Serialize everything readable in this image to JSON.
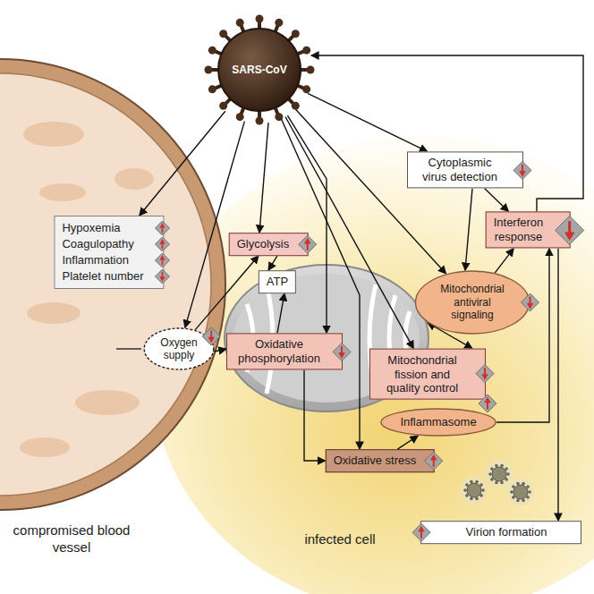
{
  "diagram": {
    "nodes": [
      {
        "text": [
          "SARS-CoV"
        ]
      },
      {
        "text": [
          "Hypoxemia",
          "Coagulopathy",
          "Inflammation",
          "Platelet number"
        ]
      },
      {
        "text": [
          "Glycolysis"
        ]
      },
      {
        "text": [
          "ATP"
        ]
      },
      {
        "text": [
          "Oxygen supply"
        ]
      },
      {
        "text": [
          "Oxidative phosphorylation"
        ]
      },
      {
        "text": [
          "Cytoplasmic virus detection"
        ]
      },
      {
        "text": [
          "Interferon response"
        ]
      },
      {
        "text": [
          "Mitochondrial antiviral signaling"
        ]
      },
      {
        "text": [
          "Mitochondrial fission and quality control"
        ]
      },
      {
        "text": [
          "Inflammasome"
        ]
      },
      {
        "text": [
          "Oxidative stress"
        ]
      },
      {
        "text": [
          "Virion formation"
        ]
      }
    ],
    "edges": [
      {
        "from": 0,
        "to": 1,
        "arrow": "to"
      },
      {
        "from": 0,
        "to": 4,
        "arrow": "to"
      },
      {
        "from": 0,
        "to": 2,
        "arrow": "to"
      },
      {
        "from": 0,
        "to": 5,
        "arrow": "to"
      },
      {
        "from": 0,
        "to": 11,
        "arrow": "to"
      },
      {
        "from": 0,
        "to": 9,
        "arrow": "to"
      },
      {
        "from": 0,
        "to": 8,
        "arrow": "to"
      },
      {
        "from": 0,
        "to": 6,
        "arrow": "to"
      },
      {
        "from": 4,
        "to": 2,
        "arrow": "to"
      },
      {
        "from": 4,
        "to": 5,
        "arrow": "to"
      },
      {
        "from": 2,
        "to": 3,
        "arrow": "to"
      },
      {
        "from": 5,
        "to": 3,
        "arrow": "to"
      },
      {
        "from": 5,
        "to": 11,
        "arrow": "to"
      },
      {
        "from": 11,
        "to": 10,
        "arrow": "to"
      },
      {
        "from": 10,
        "to": 7,
        "arrow": "to"
      },
      {
        "from": 6,
        "to": 7,
        "arrow": "to"
      },
      {
        "from": 6,
        "to": 8,
        "arrow": "to"
      },
      {
        "from": 8,
        "to": 7,
        "arrow": "to"
      },
      {
        "from": 8,
        "to": 9,
        "arrow": "both"
      },
      {
        "from": 7,
        "to": 0,
        "arrow": "to"
      },
      {
        "from": 7,
        "to": 12,
        "arrow": "to"
      }
    ],
    "labels": [
      "compromised blood vessel",
      "infected cell"
    ]
  }
}
